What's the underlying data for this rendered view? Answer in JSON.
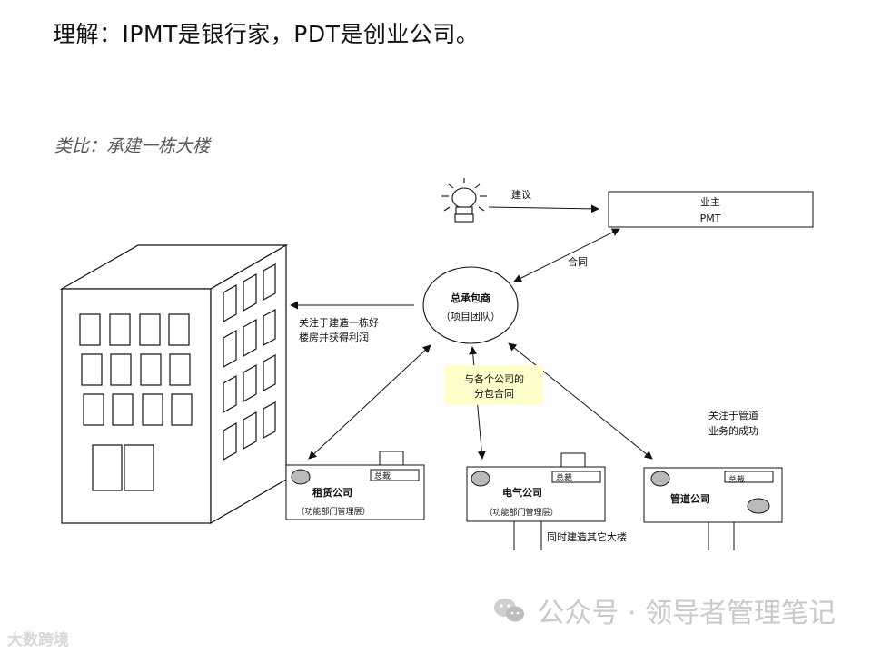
{
  "title": "理解：IPMT是银行家，PDT是创业公司。",
  "subtitle": "类比：承建一栋大楼",
  "diagram": {
    "owner": {
      "line1": "业主",
      "line2": "PMT"
    },
    "suggest_label": "建议",
    "contract_label": "合同",
    "gc": {
      "line1": "总承包商",
      "line2": "（项目团队）"
    },
    "goal": {
      "line1": "关注于建造一栋好",
      "line2": "楼房并获得利润"
    },
    "subcontract": {
      "line1": "与各个公司的",
      "line2": "分包合同"
    },
    "pipe_focus": {
      "line1": "关注于管道",
      "line2": "业务的成功"
    },
    "companies": [
      {
        "name": "租赁公司",
        "tag": "总裁",
        "sub": "（功能部门管理层）"
      },
      {
        "name": "电气公司",
        "tag": "总裁",
        "sub": "（功能部门管理层）"
      },
      {
        "name": "管道公司",
        "tag": "总裁",
        "sub": ""
      }
    ],
    "other_buildings": "同时建造其它大楼"
  },
  "watermark": "公众号 · 领导者管理笔记",
  "corner_watermark": "大数跨境"
}
